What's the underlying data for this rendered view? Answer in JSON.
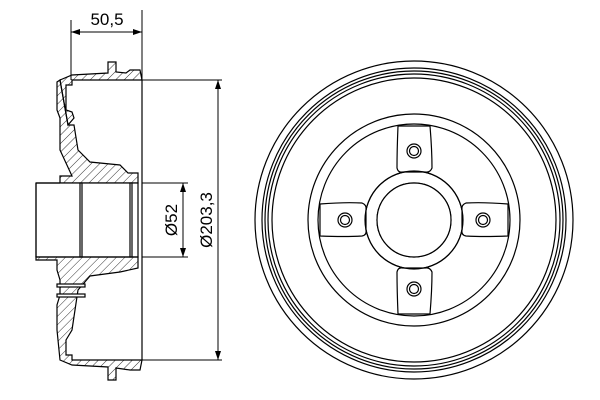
{
  "drawing": {
    "dimensions": {
      "width": "50,5",
      "bore_diameter": "Ø52",
      "drum_diameter": "Ø203,3"
    },
    "colors": {
      "line": "#000000",
      "background": "#ffffff"
    }
  }
}
